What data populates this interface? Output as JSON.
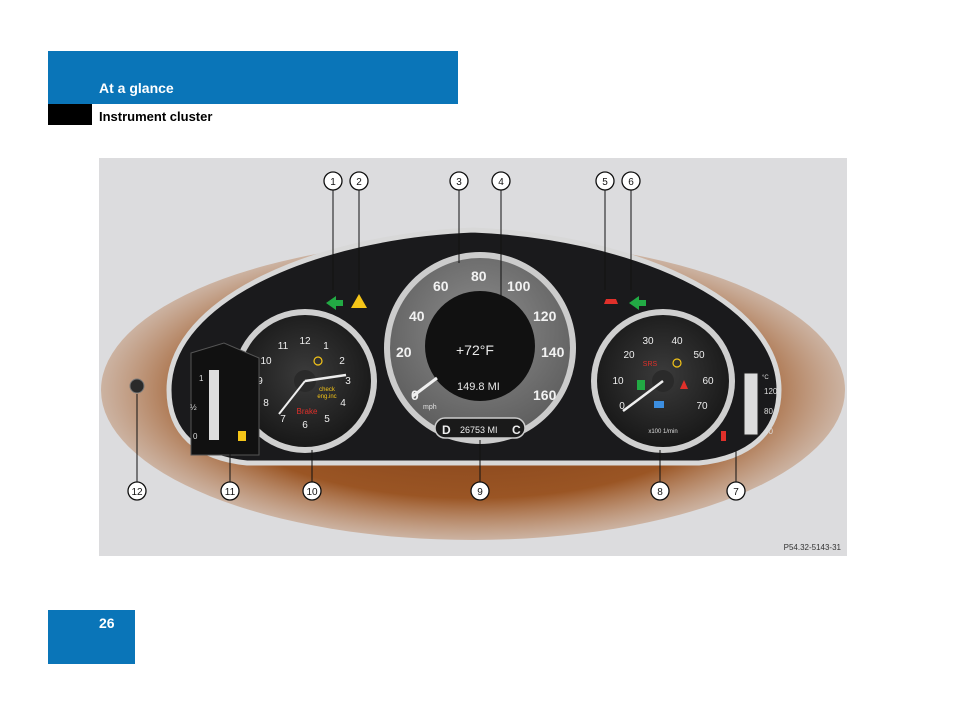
{
  "header": {
    "section_title": "At a glance",
    "subsection": "Instrument cluster"
  },
  "page": {
    "number": "26"
  },
  "figure": {
    "reference": "P54.32-5143-31",
    "callouts": [
      "1",
      "2",
      "3",
      "4",
      "5",
      "6",
      "7",
      "8",
      "9",
      "10",
      "11",
      "12"
    ],
    "speedometer": {
      "ticks": [
        "20",
        "40",
        "60",
        "80",
        "100",
        "120",
        "140",
        "160"
      ],
      "zero": "0",
      "unit": "mph",
      "display_temp": "+72°F",
      "display_trip": "149.8 MI",
      "odometer": "26753 MI",
      "odo_left": "D",
      "odo_right": "C"
    },
    "clock": {
      "numbers": [
        "12",
        "1",
        "2",
        "3",
        "4",
        "5",
        "6",
        "7",
        "8",
        "9",
        "10",
        "11"
      ],
      "check_engine_line1": "check",
      "check_engine_line2": "eng.inc",
      "brake_text": "Brake"
    },
    "tachometer": {
      "numbers": [
        "10",
        "20",
        "30",
        "40",
        "50",
        "60",
        "70"
      ],
      "zero": "0",
      "unit": "x100 1/min",
      "srs_text": "SRS"
    },
    "fuel_gauge": {
      "labels": [
        "1",
        "½",
        "0"
      ]
    },
    "coolant_gauge": {
      "unit": "°C",
      "labels": [
        "120",
        "80",
        "40"
      ]
    },
    "colors": {
      "accent_blue": "#0a75b8",
      "green_arrow": "#22aa44",
      "warning_yellow": "#f5c518",
      "warning_red": "#e0302a"
    }
  }
}
